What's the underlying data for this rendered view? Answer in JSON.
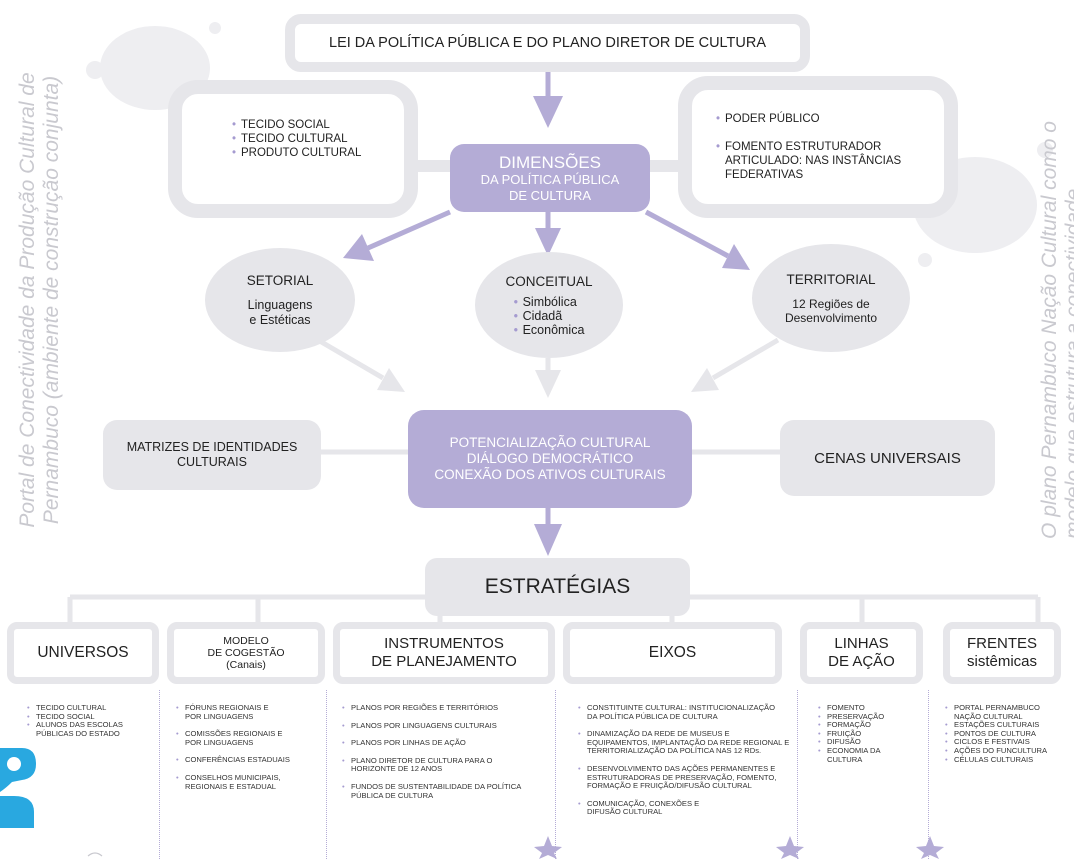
{
  "side_left": [
    "Portal de Conectividade da Produção Cultural de",
    "Pernambuco (ambiente de construção conjunta)"
  ],
  "side_right": [
    "O plano Pernambuco Nação Cultural como o",
    "modelo que estrutura a conectividade"
  ],
  "top_title": "LEI DA POLÍTICA PÚBLICA E DO PLANO DIRETOR DE CULTURA",
  "left_frame_items": [
    "TECIDO SOCIAL",
    "TECIDO CULTURAL",
    "PRODUTO CULTURAL"
  ],
  "right_frame_items": [
    "PODER PÚBLICO",
    "FOMENTO ESTRUTURADOR ARTICULADO: NAS INSTÂNCIAS FEDERATIVAS"
  ],
  "dimensoes": [
    "DIMENSÕES",
    "DA POLÍTICA PÚBLICA",
    "DE CULTURA"
  ],
  "setorial": {
    "title": "SETORIAL",
    "lines": [
      "Linguagens",
      "e Estéticas"
    ]
  },
  "conceitual": {
    "title": "CONCEITUAL",
    "items": [
      "Simbólica",
      "Cidadã",
      "Econômica"
    ]
  },
  "territorial": {
    "title": "TERRITORIAL",
    "lines": [
      "12 Regiões de",
      "Desenvolvimento"
    ]
  },
  "matrizes": [
    "MATRIZES DE IDENTIDADES",
    "CULTURAIS"
  ],
  "potencial": [
    "POTENCIALIZAÇÃO CULTURAL",
    "DIÁLOGO DEMOCRÁTICO",
    "CONEXÃO DOS ATIVOS CULTURAIS"
  ],
  "cenas": "CENAS UNIVERSAIS",
  "estrategias": "ESTRATÉGIAS",
  "headers": {
    "universos": "UNIVERSOS",
    "modelo": [
      "MODELO",
      "DE COGESTÃO",
      "(Canais)"
    ],
    "instrumentos": [
      "INSTRUMENTOS",
      "DE PLANEJAMENTO"
    ],
    "eixos": "EIXOS",
    "linhas": [
      "LINHAS",
      "DE AÇÃO"
    ],
    "frentes": [
      "FRENTES",
      "sistêmicas"
    ]
  },
  "lists": {
    "universos": [
      "TECIDO CULTURAL",
      "TECIDO SOCIAL",
      "ALUNOS DAS ESCOLAS PÚBLICAS DO ESTADO"
    ],
    "modelo": [
      "FÓRUNS REGIONAIS E POR LINGUAGENS",
      "COMISSÕES REGIONAIS E POR LINGUAGENS",
      "CONFERÊNCIAS ESTADUAIS",
      "CONSELHOS MUNICIPAIS, REGIONAIS E ESTADUAL"
    ],
    "instrumentos": [
      "PLANOS POR REGIÕES E TERRITÓRIOS",
      "PLANOS POR LINGUAGENS CULTURAIS",
      "PLANOS POR LINHAS DE AÇÃO",
      "PLANO DIRETOR DE CULTURA PARA O HORIZONTE DE 12 ANOS",
      "FUNDOS DE SUSTENTABILIDADE DA POLÍTICA PÚBLICA DE CULTURA"
    ],
    "eixos": [
      "CONSTITUINTE CULTURAL: INSTITUCIONALIZAÇÃO DA POLÍTICA PÚBLICA DE CULTURA",
      "DINAMIZAÇÃO DA REDE DE MUSEUS E EQUIPAMENTOS, IMPLANTAÇÃO DA REDE REGIONAL E TERRITORIALIZAÇÃO DA POLÍTICA NAS 12 RDs.",
      "DESENVOLVIMENTO DAS AÇÕES PERMANENTES E ESTRUTURADORAS DE PRESERVAÇÃO, FOMENTO, FORMAÇÃO E FRUIÇÃO/DIFUSÃO CULTURAL",
      "COMUNICAÇÃO, CONEXÕES E DIFUSÃO CULTURAL"
    ],
    "linhas": [
      "FOMENTO",
      "PRESERVAÇÃO",
      "FORMAÇÃO",
      "FRUIÇÃO",
      "DIFUSÃO",
      "ECONOMIA DA CULTURA"
    ],
    "frentes": [
      "PORTAL PERNAMBUCO NAÇÃO CULTURAL",
      "ESTAÇÕES CULTURAIS",
      "PONTOS DE CULTURA",
      "CICLOS E FESTIVAIS",
      "AÇÕES DO FUNCULTURA",
      "CÉLULAS CULTURAIS"
    ]
  }
}
